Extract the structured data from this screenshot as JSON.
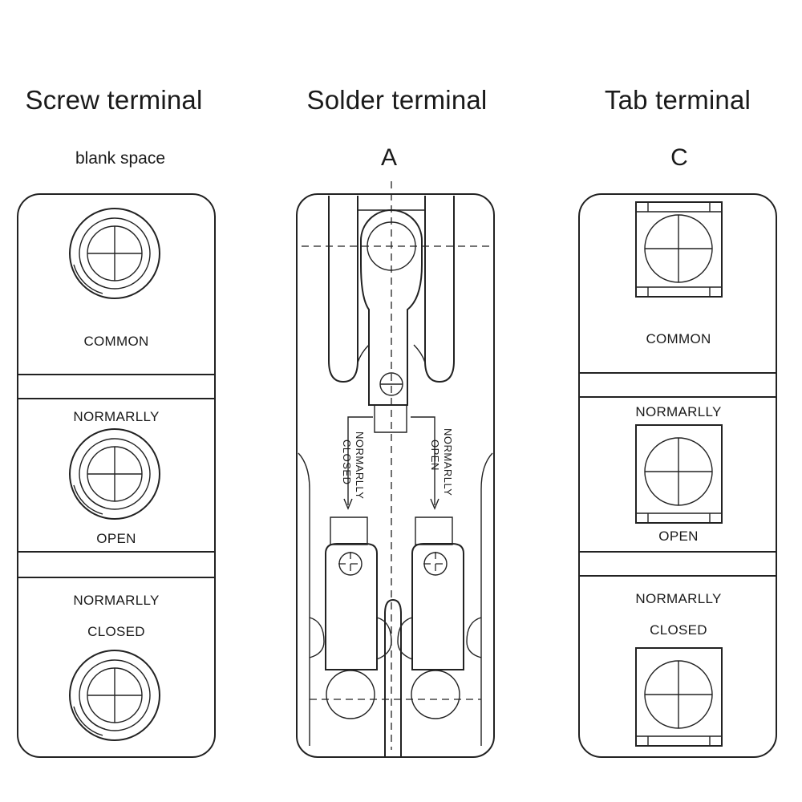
{
  "columns": [
    {
      "title": "Screw terminal",
      "subtitle": "blank space",
      "labels": {
        "top": "COMMON",
        "mid_top": "NORMARLLY",
        "mid_bottom": "OPEN",
        "low_top": "NORMARLLY",
        "low_bottom": "CLOSED"
      }
    },
    {
      "title": "Solder terminal",
      "subtitle": "A",
      "labels": {
        "left_1": "NORMARLLY",
        "left_2": "CLOSED",
        "right_1": "NORMARLLY",
        "right_2": "OPEN"
      }
    },
    {
      "title": "Tab terminal",
      "subtitle": "C",
      "labels": {
        "top": "COMMON",
        "mid_top": "NORMARLLY",
        "mid_bottom": "OPEN",
        "low_top": "NORMARLLY",
        "low_bottom": "CLOSED"
      }
    }
  ]
}
